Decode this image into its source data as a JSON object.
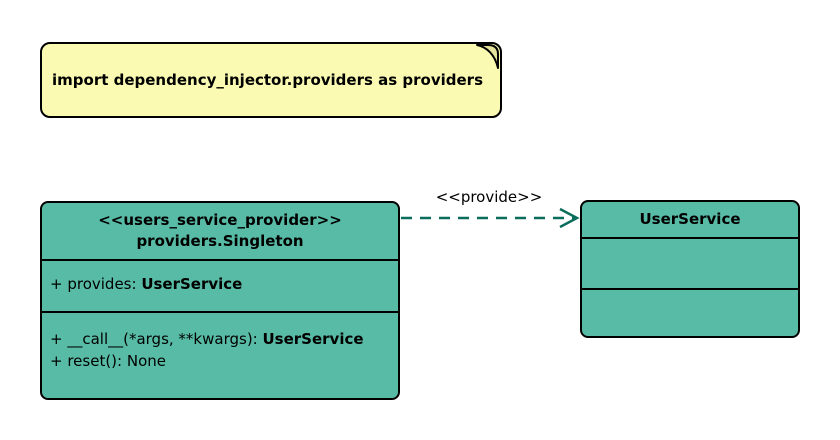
{
  "diagram": {
    "note": {
      "text": "import dependency_injector.providers as providers"
    },
    "provider_class": {
      "stereotype": "<<users_service_provider>>",
      "name": "providers.Singleton",
      "attributes": [
        {
          "text_regular": "+ provides: ",
          "text_bold": "UserService"
        }
      ],
      "methods": [
        {
          "text_regular": "+ __call__(*args, **kwargs): ",
          "text_bold": "UserService"
        },
        {
          "text_regular": "+ reset(): None",
          "text_bold": ""
        }
      ]
    },
    "service_class": {
      "name": "UserService"
    },
    "edge": {
      "label": "<<provide>>"
    },
    "colors": {
      "class_fill": "#58BBA6",
      "note_fill": "#FAFAB2",
      "note_fold": "#E4E49C",
      "edge_stroke": "#0B6E5C",
      "border": "#000000"
    }
  }
}
